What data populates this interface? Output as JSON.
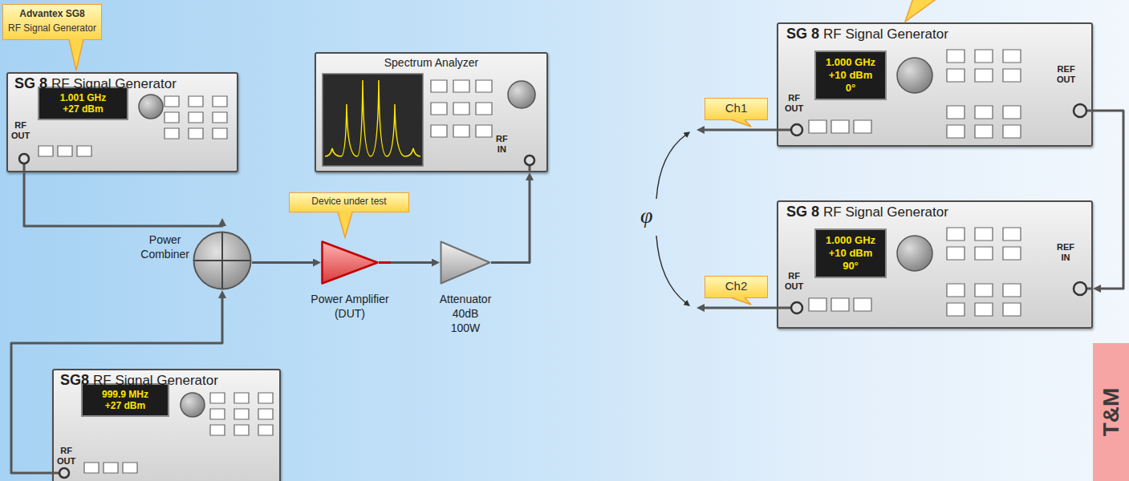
{
  "diagram": {
    "nodes": [
      {
        "text": [
          "Advantex SG8",
          "RF Signal Generator"
        ]
      },
      {
        "text": [
          "SG 8",
          "RF Signal Generator",
          "RF OUT"
        ]
      },
      {
        "text": [
          "1.001 GHz",
          "+27 dBm"
        ],
        "in": 1
      },
      {
        "text": [
          "Spectrum Analyzer",
          "RF IN"
        ]
      },
      {
        "text": [
          "Power Combiner"
        ]
      },
      {
        "text": [
          "Device under test"
        ]
      },
      {
        "text": [
          "Power Amplifier (DUT)"
        ]
      },
      {
        "text": [
          "Attenuator 40dB 100W"
        ]
      },
      {
        "text": [
          "SG8",
          "RF Signal Generator",
          "RF OUT"
        ]
      },
      {
        "text": [
          "999.9 MHz",
          "+27 dBm"
        ],
        "in": 8
      },
      {
        "text": [
          "SG 8",
          "RF Signal Generator",
          "RF OUT",
          "REF OUT"
        ]
      },
      {
        "text": [
          "1.000 GHz",
          "+10 dBm",
          "0°"
        ],
        "in": 10
      },
      {
        "text": [
          "Ch1"
        ]
      },
      {
        "text": [
          "SG 8",
          "RF Signal Generator",
          "RF OUT",
          "REF IN"
        ]
      },
      {
        "text": [
          "1.000 GHz",
          "+10 dBm",
          "90°"
        ],
        "in": 13
      },
      {
        "text": [
          "Ch2"
        ]
      },
      {
        "text": [
          "T&M"
        ]
      }
    ],
    "edges": [
      {
        "from": 1,
        "to": 4,
        "arrow": "to"
      },
      {
        "from": 8,
        "to": 4,
        "arrow": "to"
      },
      {
        "from": 4,
        "to": 6,
        "arrow": "to"
      },
      {
        "from": 6,
        "to": 7,
        "arrow": "to"
      },
      {
        "from": 7,
        "to": 3,
        "arrow": "to"
      },
      {
        "from": 10,
        "to": 13,
        "arrow": "to"
      }
    ],
    "labels": [
      "φ"
    ]
  }
}
